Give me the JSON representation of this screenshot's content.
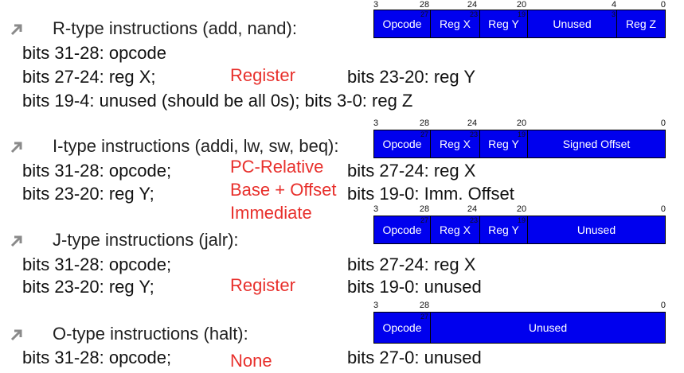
{
  "r_type": {
    "heading": "R-type instructions (add, nand):",
    "lines": [
      "bits 31-28:  opcode",
      "bits 27-24:  reg X;",
      "bits 23-20:       reg Y",
      "bits 19-4:    unused (should be all 0s); bits 3-0:   reg Z"
    ],
    "note": "Register",
    "format": {
      "ticks": [
        "3",
        "28",
        "24",
        "20",
        "4",
        "0"
      ],
      "fields": [
        "Opcode",
        "Reg X",
        "Reg Y",
        "Unused",
        "Reg Z"
      ],
      "small_marks": [
        "27",
        "23",
        "19",
        "3"
      ]
    }
  },
  "i_type": {
    "heading": "I-type instructions (addi, lw, sw, beq):",
    "lines": [
      "bits 31-28:  opcode;",
      "bits 27-24:       reg X",
      "bits 23-20:  reg Y;",
      "bits 19-0:  Imm. Offset"
    ],
    "notes": [
      "PC-Relative",
      "Base + Offset",
      "Immediate"
    ],
    "format": {
      "ticks": [
        "3",
        "28",
        "24",
        "20",
        "0"
      ],
      "fields": [
        "Opcode",
        "Reg X",
        "Reg Y",
        "Signed Offset"
      ],
      "small_marks": [
        "27",
        "23",
        "19"
      ]
    }
  },
  "j_type": {
    "heading": "J-type instructions (jalr):",
    "lines": [
      "bits 31-28:  opcode;",
      "bits 27-24:       reg X",
      "bits 23-20:  reg Y;",
      "bits 19-0:  unused"
    ],
    "note": "Register",
    "format": {
      "ticks": [
        "3",
        "28",
        "24",
        "20",
        "0"
      ],
      "fields": [
        "Opcode",
        "Reg X",
        "Reg Y",
        "Unused"
      ],
      "small_marks": [
        "27",
        "23",
        "19"
      ]
    }
  },
  "o_type": {
    "heading": "O-type instructions (halt):",
    "lines": [
      "bits 31-28:  opcode;",
      "bits 27-0:  unused"
    ],
    "note": "None",
    "format": {
      "ticks": [
        "3",
        "28",
        "0"
      ],
      "fields": [
        "Opcode",
        "Unused"
      ],
      "small_marks": [
        "27"
      ]
    }
  },
  "colors": {
    "field_fill": "#0000ee",
    "note_red": "#e8302c"
  },
  "icons": {
    "bullet": "arrow-up-right-icon"
  }
}
